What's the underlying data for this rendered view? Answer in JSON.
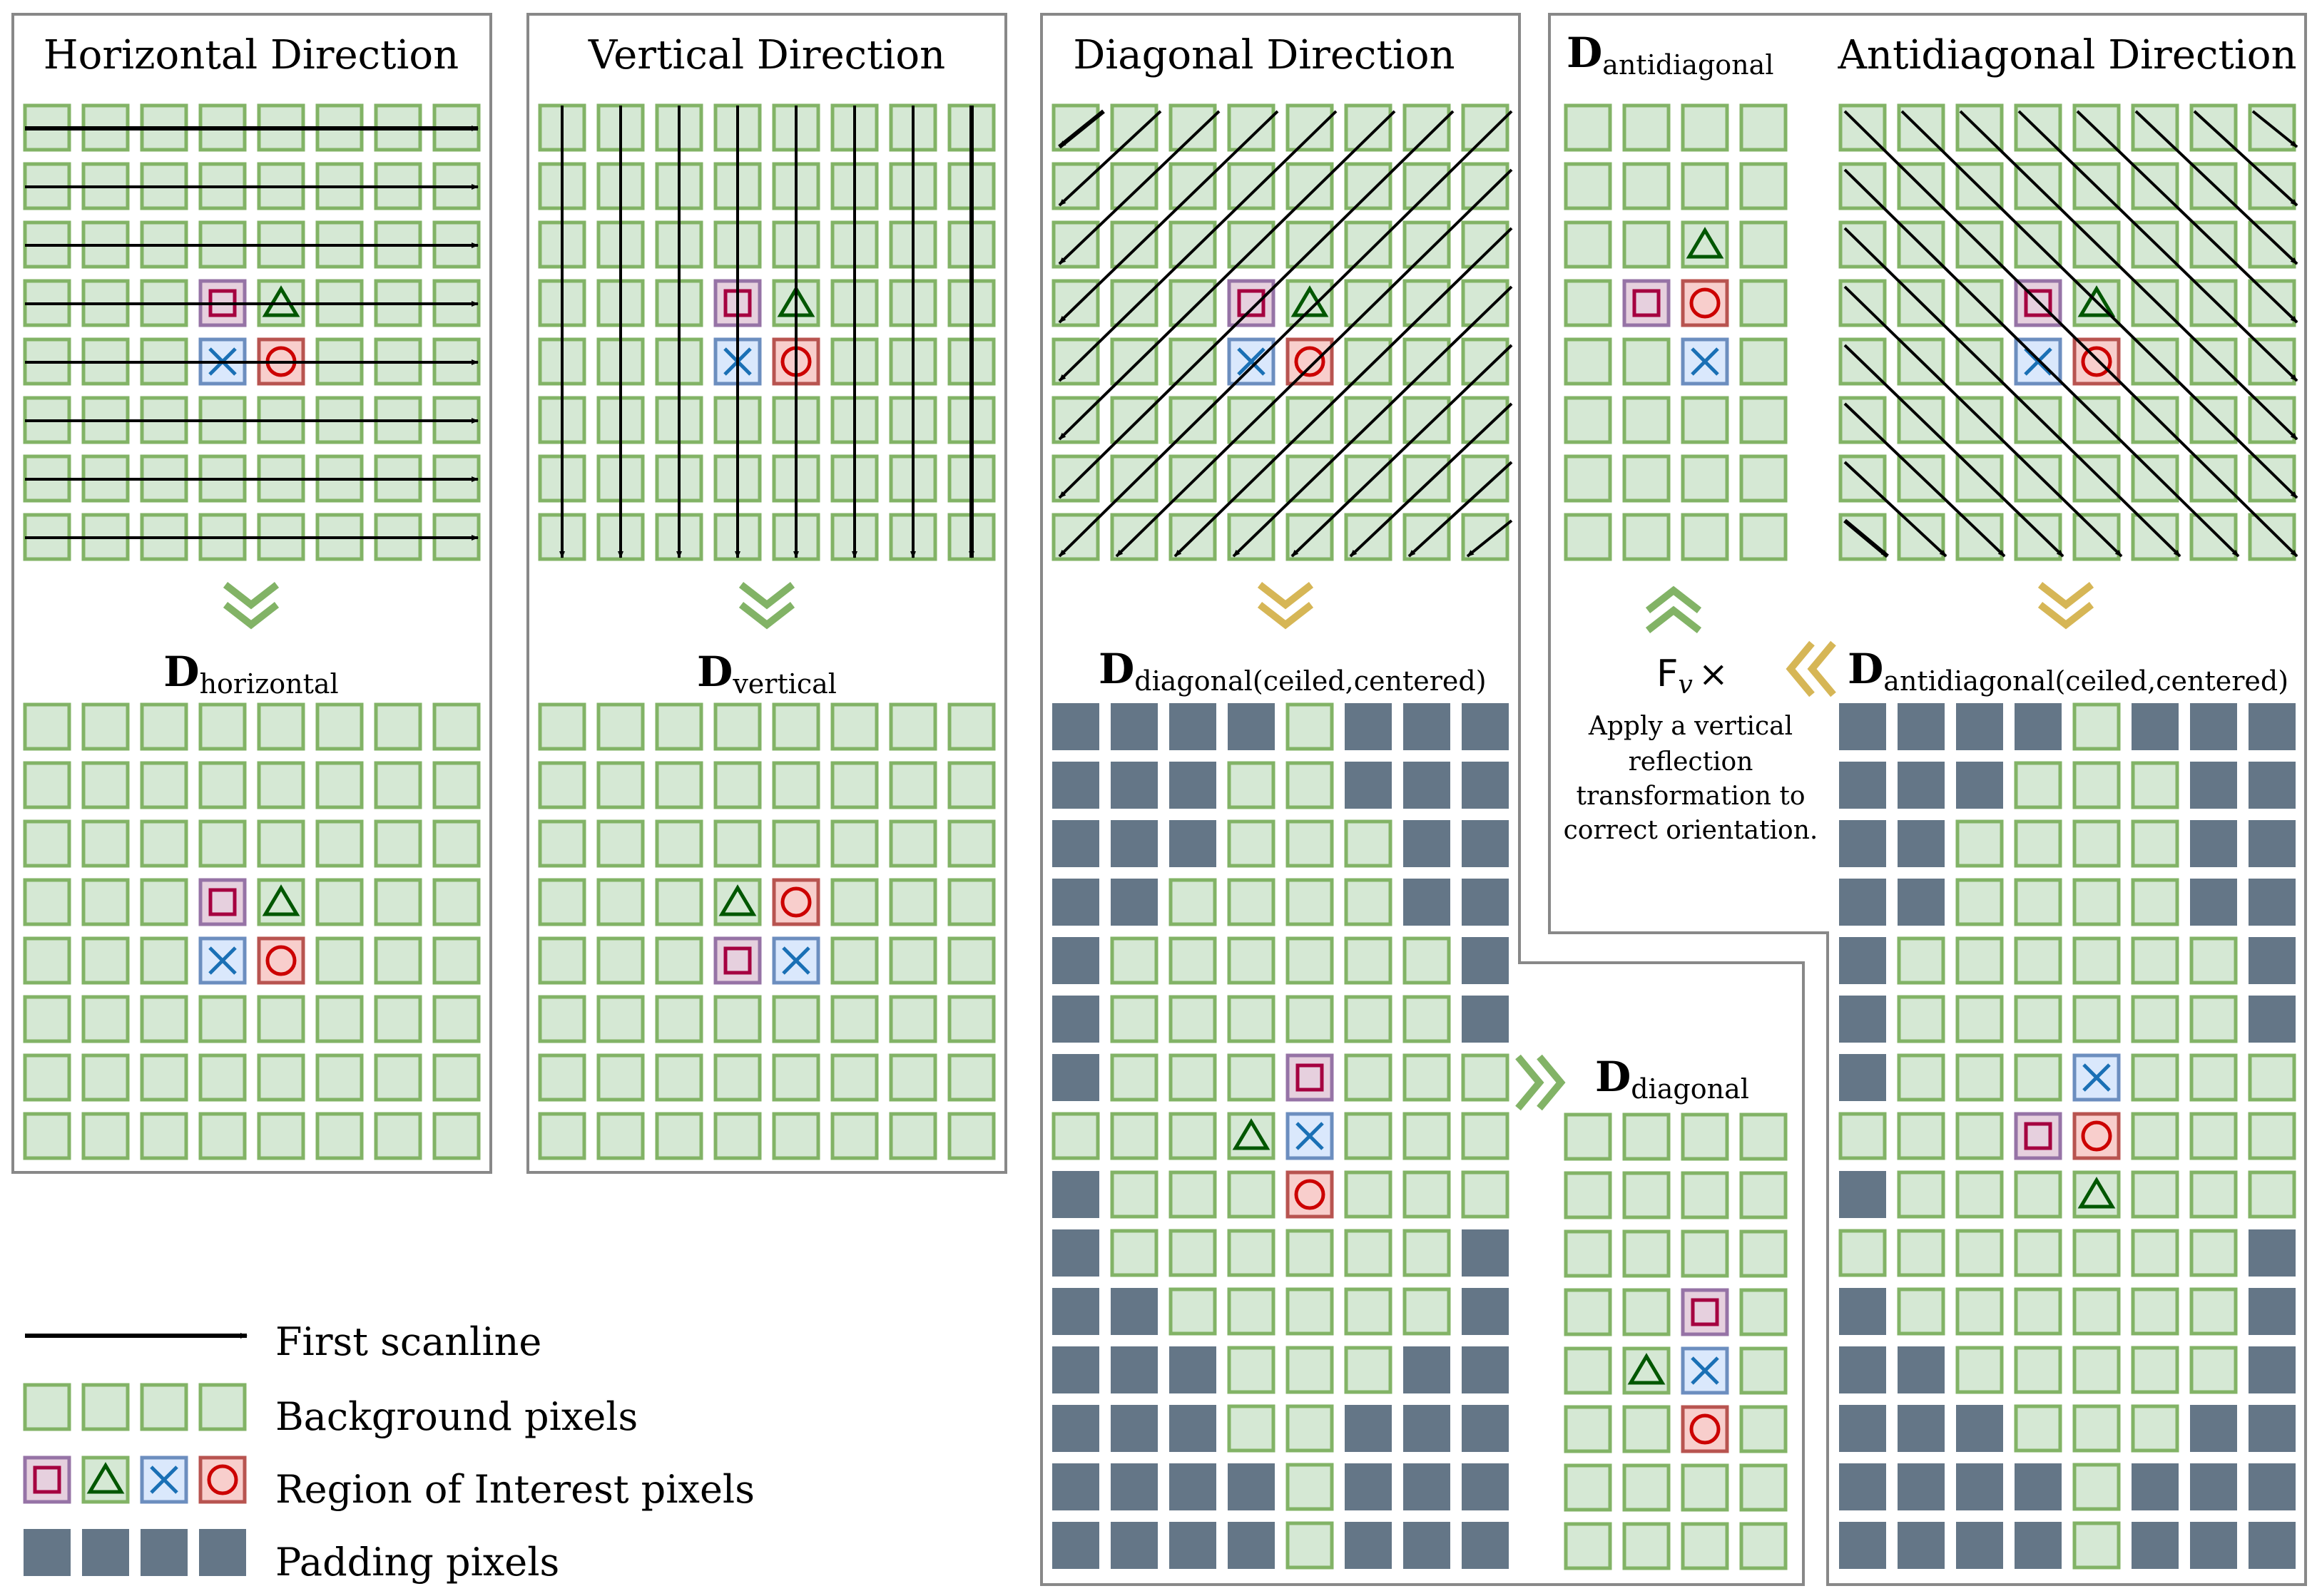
{
  "titles": {
    "horizontal": "Horizontal Direction",
    "vertical": "Vertical Direction",
    "diagonal": "Diagonal Direction",
    "antidiagonal": "Antidiagonal Direction"
  },
  "labels": {
    "d_symbol": "D",
    "horizontal_sub": "horizontal",
    "vertical_sub": "vertical",
    "diagonal_cc_sub": "diagonal(ceiled,centered)",
    "diagonal_sub": "diagonal",
    "antidiagonal_sub": "antidiagonal",
    "antidiagonal_cc_sub": "antidiagonal(ceiled,centered)",
    "fv_symbol": "F",
    "fv_sub": "v",
    "fv_times": "×"
  },
  "reflection_note": [
    "Apply a vertical",
    "reflection",
    "transformation to",
    "correct orientation."
  ],
  "legend": {
    "scanline": "First scanline",
    "background": "Background pixels",
    "roi": "Region of Interest pixels",
    "padding": "Padding pixels"
  },
  "colors": {
    "background_fill": "#d5e8d4",
    "background_stroke": "#82b366",
    "padding": "#647687",
    "roi_square_fill": "#e6d0de",
    "roi_square_stroke": "#9673a6",
    "roi_square_mark": "#a50040",
    "roi_triangle": "#005700",
    "roi_cross_fill": "#dae8fc",
    "roi_cross_stroke": "#6c8ebf",
    "roi_cross_mark": "#1a70b5",
    "roi_circle_fill": "#f8cecc",
    "roi_circle_stroke": "#b85450",
    "roi_circle_mark": "#cc0000",
    "chevron_green": "#82b366",
    "chevron_yellow": "#d6b656",
    "frame": "#888888"
  },
  "grids": {
    "horizontal_input": {
      "rows": 8,
      "cols": 8,
      "padding": [],
      "roi": {
        "3,3": "square",
        "3,4": "triangle",
        "4,3": "cross",
        "4,4": "circle"
      }
    },
    "horizontal_output": {
      "rows": 8,
      "cols": 8,
      "padding": [],
      "roi": {
        "3,3": "square",
        "3,4": "triangle",
        "4,3": "cross",
        "4,4": "circle"
      }
    },
    "vertical_input": {
      "rows": 8,
      "cols": 8,
      "padding": [],
      "roi": {
        "3,3": "square",
        "3,4": "triangle",
        "4,3": "cross",
        "4,4": "circle"
      }
    },
    "vertical_output": {
      "rows": 8,
      "cols": 8,
      "padding": [],
      "roi": {
        "3,3": "triangle",
        "3,4": "circle",
        "4,3": "square",
        "4,4": "cross"
      }
    },
    "diagonal_input": {
      "rows": 8,
      "cols": 8,
      "padding": [],
      "roi": {
        "3,3": "square",
        "3,4": "triangle",
        "4,3": "cross",
        "4,4": "circle"
      }
    },
    "diagonal_cc": {
      "rows": 15,
      "cols": 8,
      "padding": [
        "0,0",
        "0,1",
        "0,2",
        "0,3",
        "0,5",
        "0,6",
        "0,7",
        "1,0",
        "1,1",
        "1,2",
        "1,5",
        "1,6",
        "1,7",
        "2,0",
        "2,1",
        "2,2",
        "2,6",
        "2,7",
        "3,0",
        "3,1",
        "3,6",
        "3,7",
        "4,0",
        "4,7",
        "5,0",
        "5,7",
        "6,0",
        "8,0",
        "9,0",
        "9,7",
        "10,0",
        "10,1",
        "10,7",
        "11,0",
        "11,1",
        "11,2",
        "11,6",
        "11,7",
        "12,0",
        "12,1",
        "12,2",
        "12,5",
        "12,6",
        "12,7",
        "13,0",
        "13,1",
        "13,2",
        "13,3",
        "13,5",
        "13,6",
        "13,7",
        "14,0",
        "14,1",
        "14,2",
        "14,3",
        "14,5",
        "14,6",
        "14,7"
      ],
      "roi": {
        "6,4": "square",
        "7,3": "triangle",
        "7,4": "cross",
        "8,4": "circle"
      }
    },
    "diagonal_out": {
      "rows": 8,
      "cols": 4,
      "padding": [],
      "roi": {
        "3,2": "square",
        "4,1": "triangle",
        "4,2": "cross",
        "5,2": "circle"
      }
    },
    "antidiagonal_small": {
      "rows": 8,
      "cols": 4,
      "padding": [],
      "roi": {
        "2,2": "triangle",
        "3,1": "square",
        "3,2": "circle",
        "4,2": "cross"
      }
    },
    "antidiagonal_input": {
      "rows": 8,
      "cols": 8,
      "padding": [],
      "roi": {
        "3,3": "square",
        "3,4": "triangle",
        "4,3": "cross",
        "4,4": "circle"
      }
    },
    "antidiagonal_cc": {
      "rows": 15,
      "cols": 8,
      "padding": [
        "0,0",
        "0,1",
        "0,2",
        "0,3",
        "0,5",
        "0,6",
        "0,7",
        "1,0",
        "1,1",
        "1,2",
        "1,6",
        "1,7",
        "2,0",
        "2,1",
        "2,6",
        "2,7",
        "3,0",
        "3,1",
        "3,6",
        "3,7",
        "4,0",
        "4,7",
        "5,0",
        "5,7",
        "6,0",
        "8,0",
        "9,7",
        "10,0",
        "10,7",
        "11,0",
        "11,1",
        "11,7",
        "12,0",
        "12,1",
        "12,2",
        "12,6",
        "12,7",
        "13,0",
        "13,1",
        "13,2",
        "13,3",
        "13,5",
        "13,6",
        "13,7",
        "14,0",
        "14,1",
        "14,2",
        "14,3",
        "14,5",
        "14,6",
        "14,7"
      ],
      "roi": {
        "6,4": "cross",
        "7,3": "square",
        "7,4": "circle",
        "8,4": "triangle"
      }
    },
    "legend_background": {
      "rows": 1,
      "cols": 4,
      "padding": [],
      "roi": {}
    },
    "legend_roi": {
      "rows": 1,
      "cols": 4,
      "padding": [],
      "roi": {
        "0,0": "square",
        "0,1": "triangle",
        "0,2": "cross",
        "0,3": "circle"
      }
    },
    "legend_padding": {
      "rows": 1,
      "cols": 4,
      "padding": [
        "0,0",
        "0,1",
        "0,2",
        "0,3"
      ],
      "roi": {}
    }
  }
}
